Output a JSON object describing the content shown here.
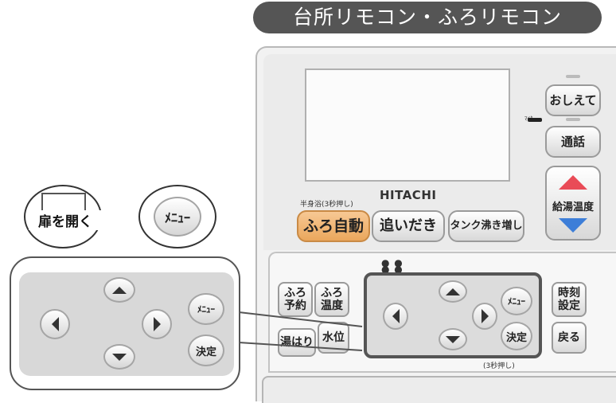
{
  "title": "台所リモコン・ふろリモコン",
  "brand": "HITACHI",
  "labels": {
    "half_bath": "半身浴(3秒押し)",
    "mic": "ﾏｲｸ",
    "hold3s": "(3秒押し)"
  },
  "buttons": {
    "auto_bath": "ふろ自動",
    "reheat": "追いだき",
    "tank_boost": "タンク沸き増し",
    "tell": "おしえて",
    "call": "通話",
    "hot_water_temp": "給湯温度",
    "bath_reserve_1": "ふろ",
    "bath_reserve_2": "予約",
    "bath_temp_1": "ふろ",
    "bath_temp_2": "温度",
    "fill": "湯はり",
    "water_level": "水位",
    "menu": "ﾒﾆｭｰ",
    "decide": "決定",
    "clock_1": "時刻",
    "clock_2": "設定",
    "back": "戻る"
  },
  "icons": {
    "door_open": "扉を開く",
    "menu_icon": "ﾒﾆｭｰ"
  },
  "colors": {
    "banner": "#555555",
    "auto_button": "#f0b46e",
    "temp_up": "#e94b57",
    "temp_down": "#3d7ed8"
  }
}
